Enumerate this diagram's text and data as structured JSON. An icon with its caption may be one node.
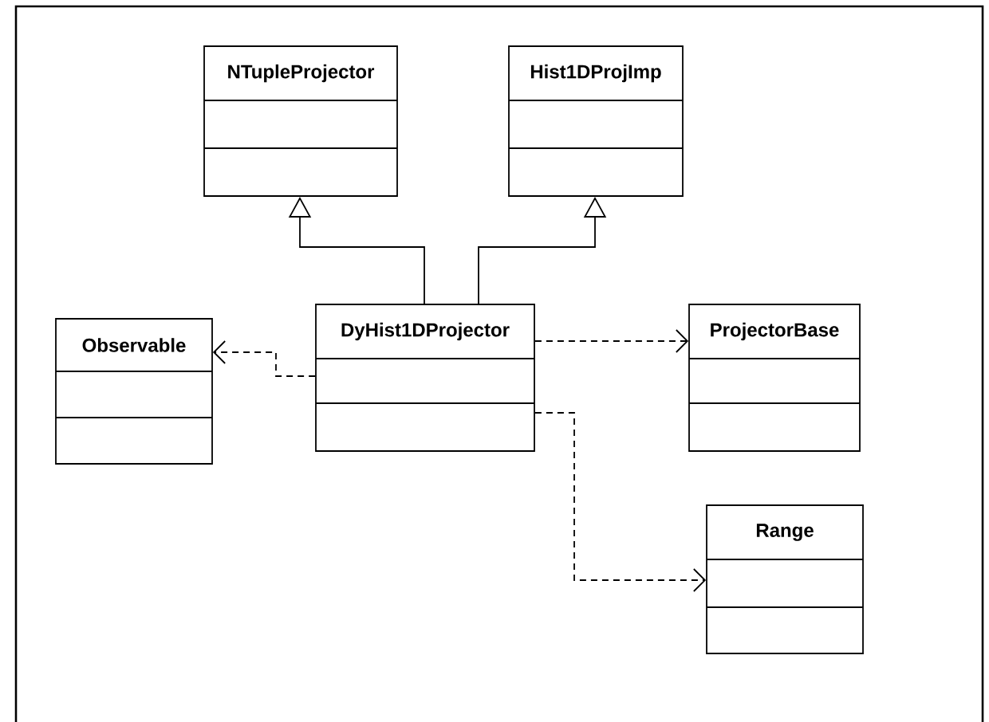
{
  "diagram": {
    "nodes": [
      {
        "text": [
          "NTupleProjector"
        ]
      },
      {
        "text": [
          "Hist1DProjImp"
        ]
      },
      {
        "text": [
          "Observable"
        ]
      },
      {
        "text": [
          "DyHist1DProjector"
        ]
      },
      {
        "text": [
          "ProjectorBase"
        ]
      },
      {
        "text": [
          "Range"
        ]
      }
    ],
    "edges": [
      {
        "from": 3,
        "to": 0,
        "arrow": "to"
      },
      {
        "from": 3,
        "to": 1,
        "arrow": "to"
      },
      {
        "from": 3,
        "to": 2,
        "arrow": "to",
        "style": "dashed"
      },
      {
        "from": 3,
        "to": 4,
        "arrow": "to",
        "style": "dashed"
      },
      {
        "from": 3,
        "to": 5,
        "arrow": "to",
        "style": "dashed"
      }
    ]
  }
}
